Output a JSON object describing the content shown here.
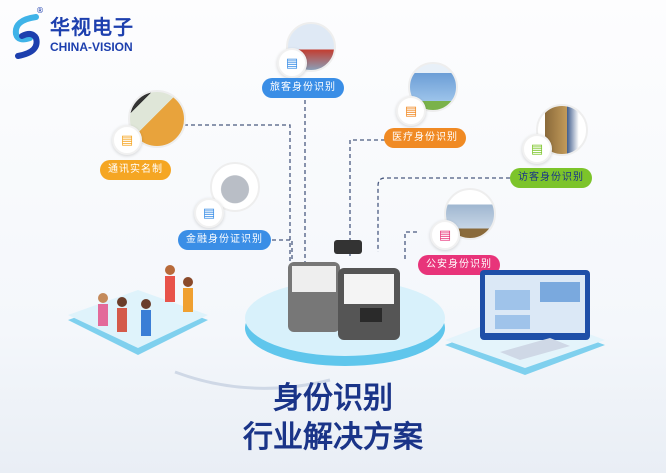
{
  "brand": {
    "name_cn": "华视电子",
    "name_en": "CHINA-VISION",
    "registered": "®",
    "color": "#1d3fae"
  },
  "nodes": [
    {
      "label": "旅客身份识别",
      "color": "#3a8ee6",
      "icon": "hotel-building-icon"
    },
    {
      "label": "医疗身份识别",
      "color": "#f08a24",
      "icon": "hospital-building-icon"
    },
    {
      "label": "访客身份识别",
      "color": "#7cc42a",
      "icon": "office-building-icon"
    },
    {
      "label": "公安身份识别",
      "color": "#e8347a",
      "icon": "police-station-icon"
    },
    {
      "label": "金融身份证识别",
      "color": "#3a8ee6",
      "icon": "bank-icon"
    },
    {
      "label": "通讯实名制",
      "color": "#f5a623",
      "icon": "sim-card-icon"
    }
  ],
  "title": {
    "line1": "身份识别",
    "line2": "行业解决方案"
  }
}
